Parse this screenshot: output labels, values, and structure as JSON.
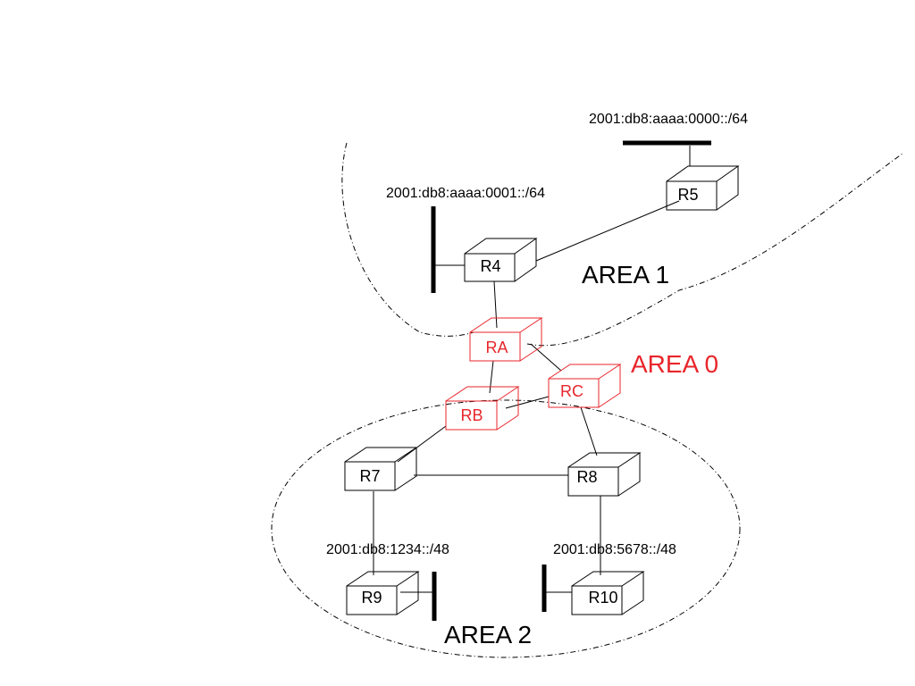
{
  "colors": {
    "area0": "#e8262b",
    "default": "#000000"
  },
  "areas": {
    "area1": {
      "label": "AREA 1"
    },
    "area0": {
      "label": "AREA 0"
    },
    "area2": {
      "label": "AREA 2"
    }
  },
  "routers": {
    "r4": "R4",
    "r5": "R5",
    "ra": "RA",
    "rb": "RB",
    "rc": "RC",
    "r7": "R7",
    "r8": "R8",
    "r9": "R9",
    "r10": "R10"
  },
  "networks": {
    "net_r5": "2001:db8:aaaa:0000::/64",
    "net_r4": "2001:db8:aaaa:0001::/64",
    "net_r9": "2001:db8:1234::/48",
    "net_r10": "2001:db8:5678::/48"
  }
}
